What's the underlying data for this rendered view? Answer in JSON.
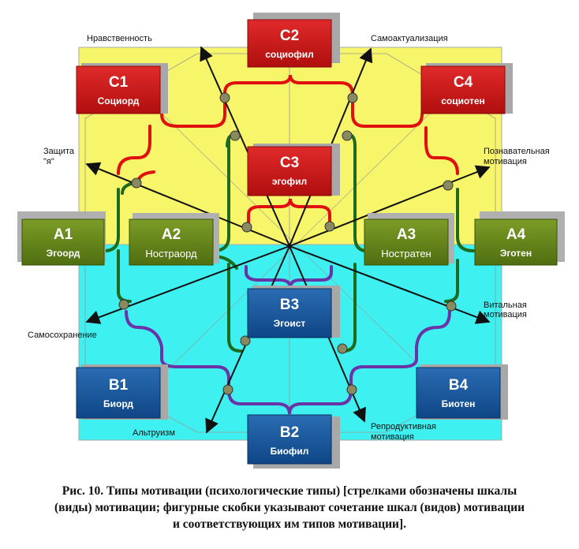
{
  "axis_labels": {
    "morality": "Нравственность",
    "self_actualization": "Самоактуализация",
    "defense_1": "Защита",
    "defense_2": "\"я\"",
    "cognitive_1": "Познавательная",
    "cognitive_2": "мотивация",
    "self_preservation": "Самосохранение",
    "vital_1": "Витальная",
    "vital_2": "мотивация",
    "altruism": "Альтруизм",
    "reproductive_1": "Репродуктивная",
    "reproductive_2": "мотивация"
  },
  "boxes": {
    "c1": {
      "code": "С1",
      "name": "Социорд"
    },
    "c2": {
      "code": "С2",
      "name": "социофил"
    },
    "c3": {
      "code": "С3",
      "name": "эгофил"
    },
    "c4": {
      "code": "С4",
      "name": "социотен"
    },
    "a1": {
      "code": "А1",
      "name": "Эгоорд"
    },
    "a2": {
      "code": "А2",
      "name": "Ностраорд"
    },
    "a3": {
      "code": "А3",
      "name": "Ностратен"
    },
    "a4": {
      "code": "А4",
      "name": "Эготен"
    },
    "b1": {
      "code": "В1",
      "name": "Биорд"
    },
    "b2": {
      "code": "В2",
      "name": "Биофил"
    },
    "b3": {
      "code": "В3",
      "name": "Эгоист"
    },
    "b4": {
      "code": "В4",
      "name": "Биотен"
    }
  },
  "colors": {
    "yellow_area": "#f7f56a",
    "cyan_area": "#3ff0f0",
    "red_box": "#d01818",
    "green_box": "#6a8c1a",
    "blue_box": "#1a5aa0",
    "red_line": "#e01010",
    "green_line": "#1e6a1e",
    "purple_line": "#6a34a6",
    "node": "#8a8a60"
  },
  "caption": {
    "line1": "Рис. 10. Типы мотивации (психологические типы) [стрелками обозначены шкалы",
    "line2": "(виды) мотивации; фигурные скобки указывают сочетание шкал (видов) мотивации",
    "line3": "и соответствующих им типов мотивации]."
  }
}
